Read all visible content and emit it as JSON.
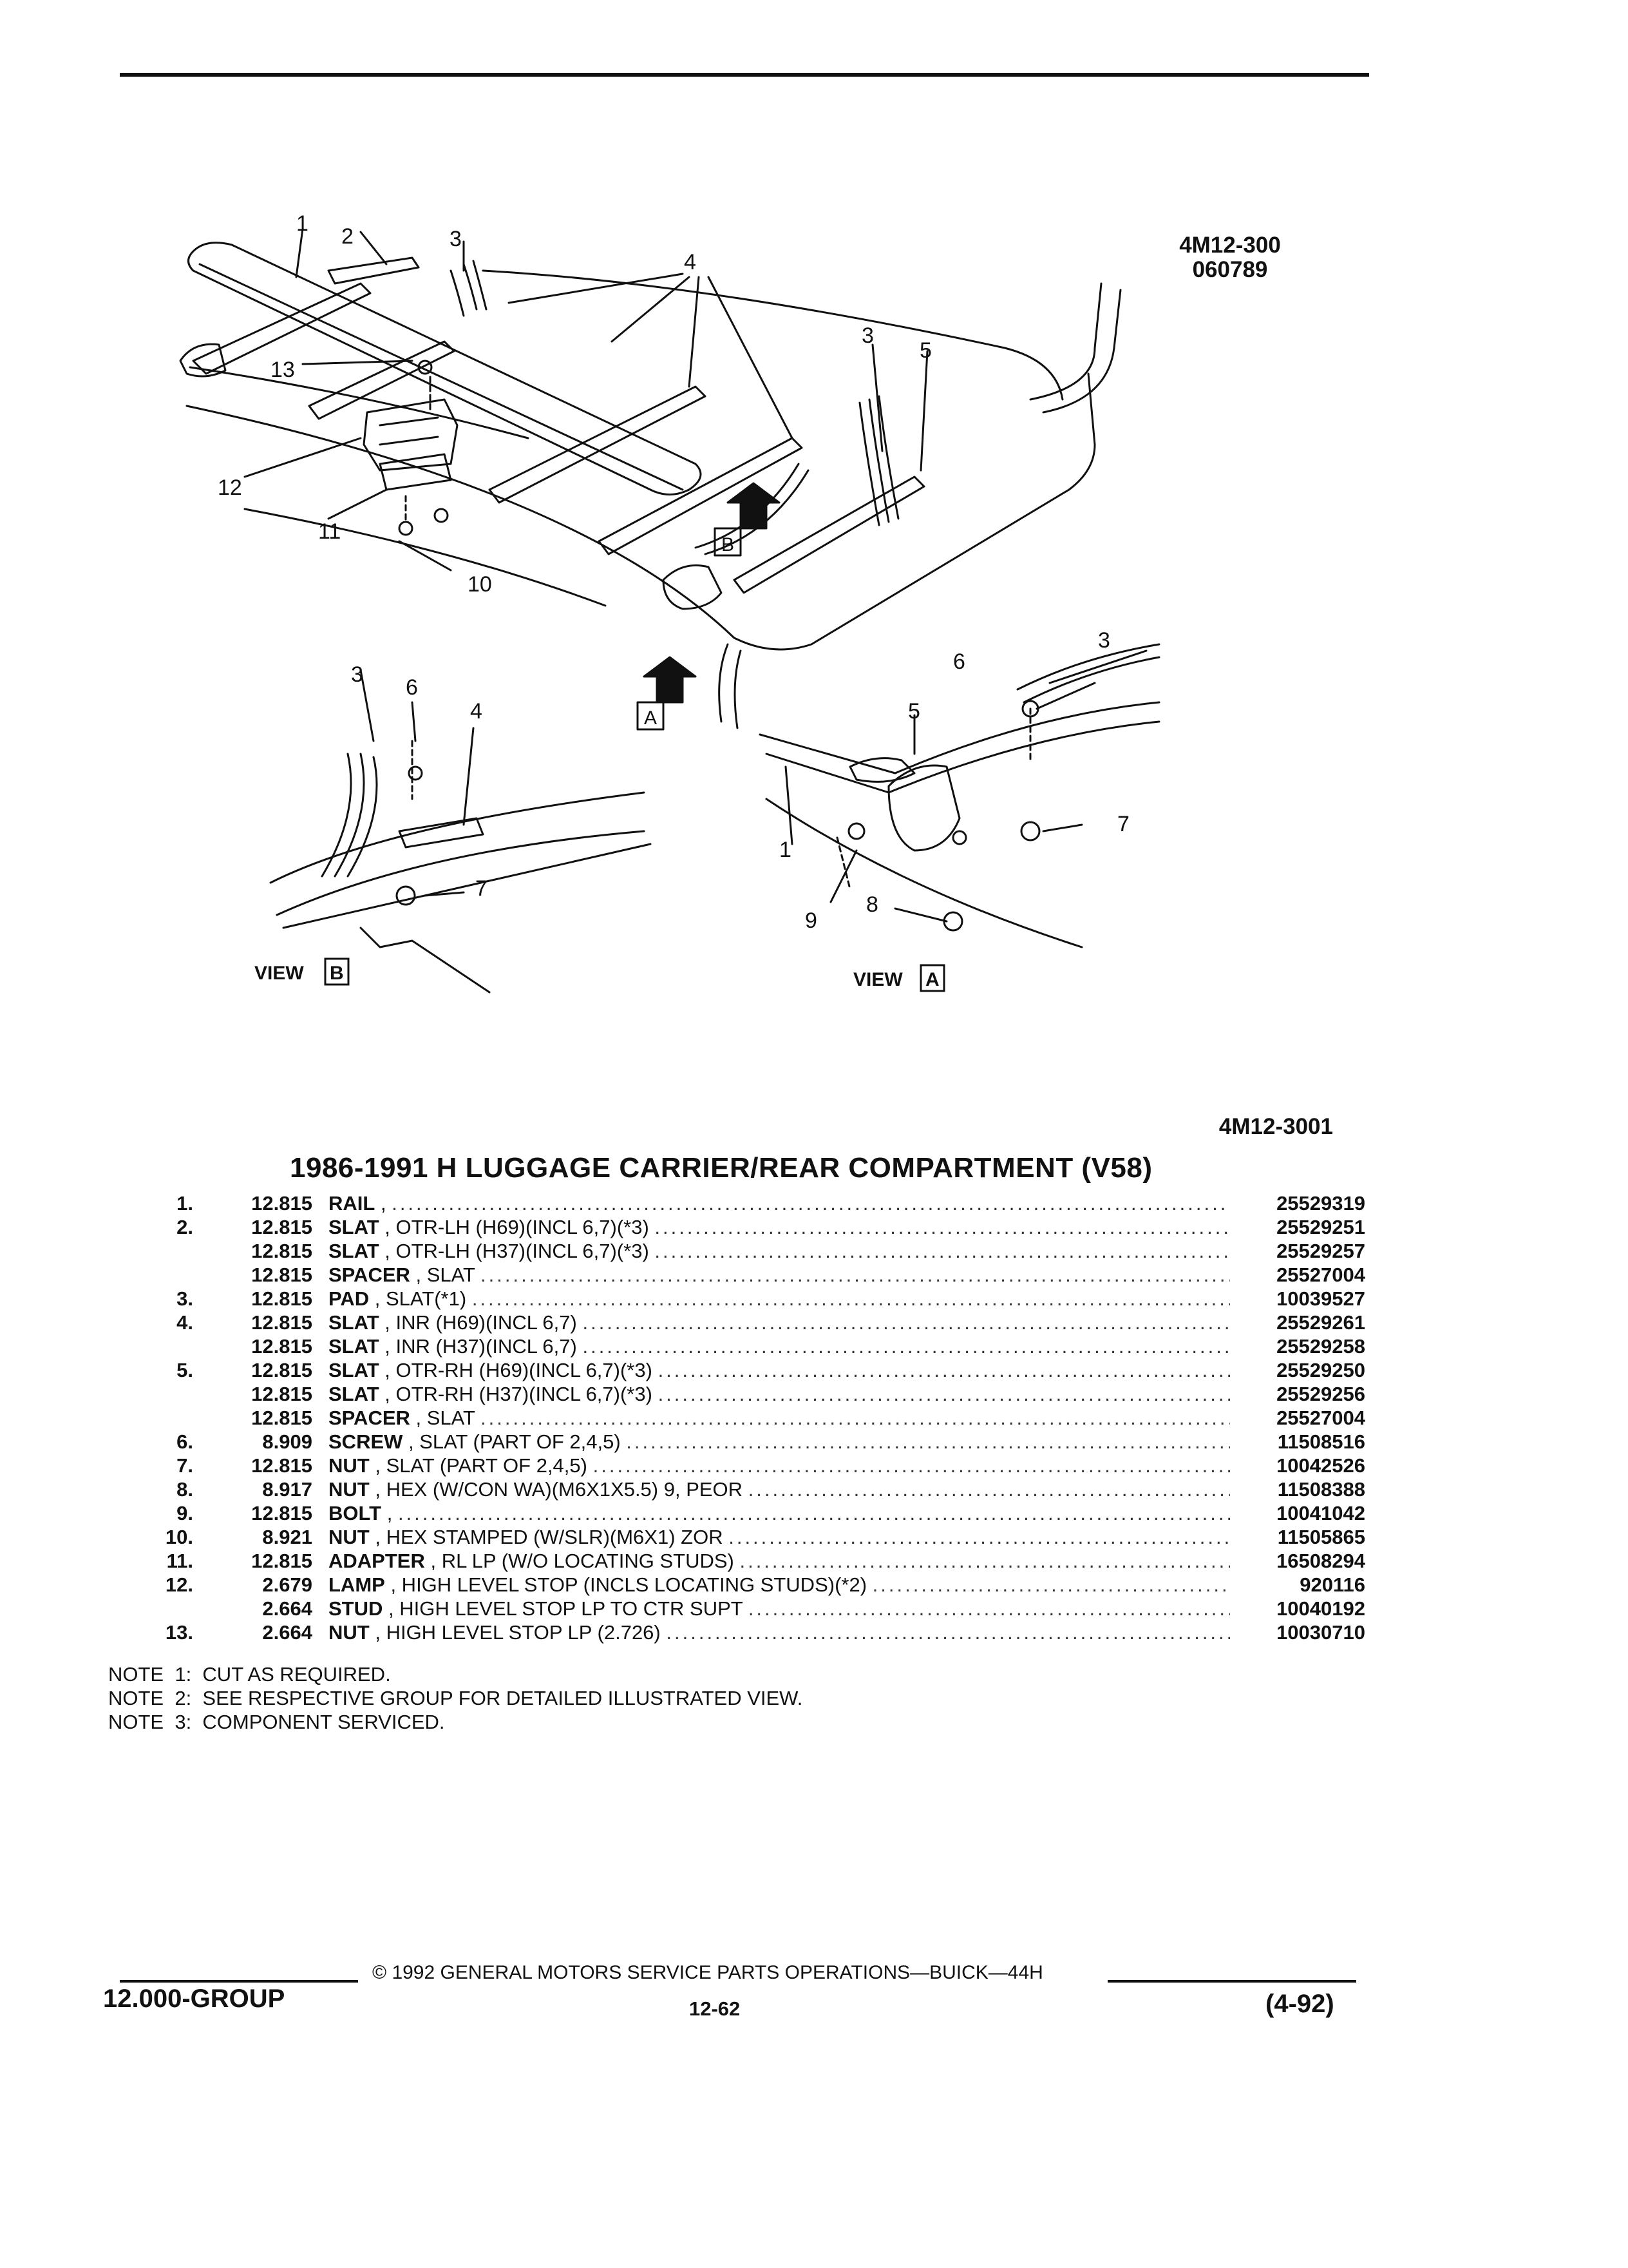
{
  "header": {
    "figure_code": "4M12-300",
    "figure_date": "060789",
    "figure_code_2": "4M12-3001"
  },
  "diagram": {
    "callouts": [
      "1",
      "2",
      "3",
      "4",
      "13",
      "3",
      "5",
      "12",
      "11",
      "10",
      "B",
      "A",
      "3",
      "6",
      "4",
      "7",
      "6",
      "3",
      "5",
      "7",
      "1",
      "9",
      "8"
    ],
    "view_b_label": "VIEW",
    "view_b_letter": "B",
    "view_a_label": "VIEW",
    "view_a_letter": "A"
  },
  "title": "1986-1991 H LUGGAGE CARRIER/REAR COMPARTMENT (V58)",
  "parts": [
    {
      "ref": "1.",
      "group": "12.815",
      "name": "RAIL",
      "detail": ",",
      "part": "25529319"
    },
    {
      "ref": "2.",
      "group": "12.815",
      "name": "SLAT",
      "detail": ", OTR-LH (H69)(INCL 6,7)(*3)",
      "part": "25529251"
    },
    {
      "ref": "",
      "group": "12.815",
      "name": "SLAT",
      "detail": ", OTR-LH (H37)(INCL 6,7)(*3)",
      "part": "25529257"
    },
    {
      "ref": "",
      "group": "12.815",
      "name": "SPACER",
      "detail": ", SLAT",
      "part": "25527004"
    },
    {
      "ref": "3.",
      "group": "12.815",
      "name": "PAD",
      "detail": ", SLAT(*1)",
      "part": "10039527"
    },
    {
      "ref": "4.",
      "group": "12.815",
      "name": "SLAT",
      "detail": ", INR (H69)(INCL 6,7)",
      "part": "25529261"
    },
    {
      "ref": "",
      "group": "12.815",
      "name": "SLAT",
      "detail": ", INR (H37)(INCL 6,7)",
      "part": "25529258"
    },
    {
      "ref": "5.",
      "group": "12.815",
      "name": "SLAT",
      "detail": ", OTR-RH (H69)(INCL 6,7)(*3)",
      "part": "25529250"
    },
    {
      "ref": "",
      "group": "12.815",
      "name": "SLAT",
      "detail": ", OTR-RH (H37)(INCL 6,7)(*3)",
      "part": "25529256"
    },
    {
      "ref": "",
      "group": "12.815",
      "name": "SPACER",
      "detail": ", SLAT",
      "part": "25527004"
    },
    {
      "ref": "6.",
      "group": "8.909",
      "name": "SCREW",
      "detail": ", SLAT (PART OF 2,4,5)",
      "part": "11508516"
    },
    {
      "ref": "7.",
      "group": "12.815",
      "name": "NUT",
      "detail": ", SLAT (PART OF 2,4,5)",
      "part": "10042526"
    },
    {
      "ref": "8.",
      "group": "8.917",
      "name": "NUT",
      "detail": ", HEX (W/CON WA)(M6X1X5.5) 9, PEOR",
      "part": "11508388"
    },
    {
      "ref": "9.",
      "group": "12.815",
      "name": "BOLT",
      "detail": ",",
      "part": "10041042"
    },
    {
      "ref": "10.",
      "group": "8.921",
      "name": "NUT",
      "detail": ", HEX STAMPED (W/SLR)(M6X1) ZOR",
      "part": "11505865"
    },
    {
      "ref": "11.",
      "group": "12.815",
      "name": "ADAPTER",
      "detail": ", RL LP (W/O LOCATING STUDS)",
      "part": "16508294"
    },
    {
      "ref": "12.",
      "group": "2.679",
      "name": "LAMP",
      "detail": ", HIGH LEVEL STOP (INCLS LOCATING STUDS)(*2)",
      "part": "920116"
    },
    {
      "ref": "",
      "group": "2.664",
      "name": "STUD",
      "detail": ", HIGH LEVEL STOP LP TO CTR SUPT",
      "part": "10040192"
    },
    {
      "ref": "13.",
      "group": "2.664",
      "name": "NUT",
      "detail": ", HIGH LEVEL STOP LP (2.726)",
      "part": "10030710"
    }
  ],
  "notes": [
    "NOTE  1:  CUT AS REQUIRED.",
    "NOTE  2:  SEE RESPECTIVE GROUP FOR DETAILED ILLUSTRATED VIEW.",
    "NOTE  3:  COMPONENT SERVICED."
  ],
  "footer": {
    "copyright": "© 1992 GENERAL MOTORS SERVICE PARTS OPERATIONS—BUICK—44H",
    "group": "12.000-GROUP",
    "page": "12-62",
    "date": "(4-92)"
  }
}
